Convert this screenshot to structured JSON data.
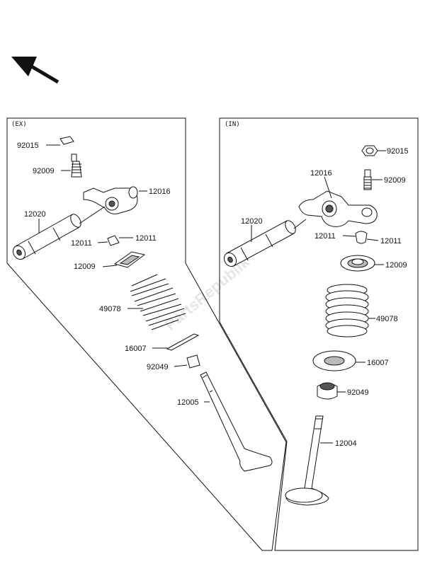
{
  "watermark": "PartsRepublik",
  "sections": {
    "ex": {
      "title": "(EX)"
    },
    "in": {
      "title": "(IN)"
    }
  },
  "labels": {
    "ex": {
      "p92015": "92015",
      "p92009": "92009",
      "p12016": "12016",
      "p12020": "12020",
      "p12011": "12011",
      "p12011b": "12011",
      "p12009": "12009",
      "p49078": "49078",
      "p16007": "16007",
      "p92049": "92049",
      "p12005": "12005"
    },
    "in": {
      "p92015": "92015",
      "p92009": "92009",
      "p12016": "12016",
      "p12020": "12020",
      "p12011": "12011",
      "p12011b": "12011",
      "p12009": "12009",
      "p49078": "49078",
      "p16007": "16007",
      "p92049": "92049",
      "p12004": "12004"
    }
  }
}
